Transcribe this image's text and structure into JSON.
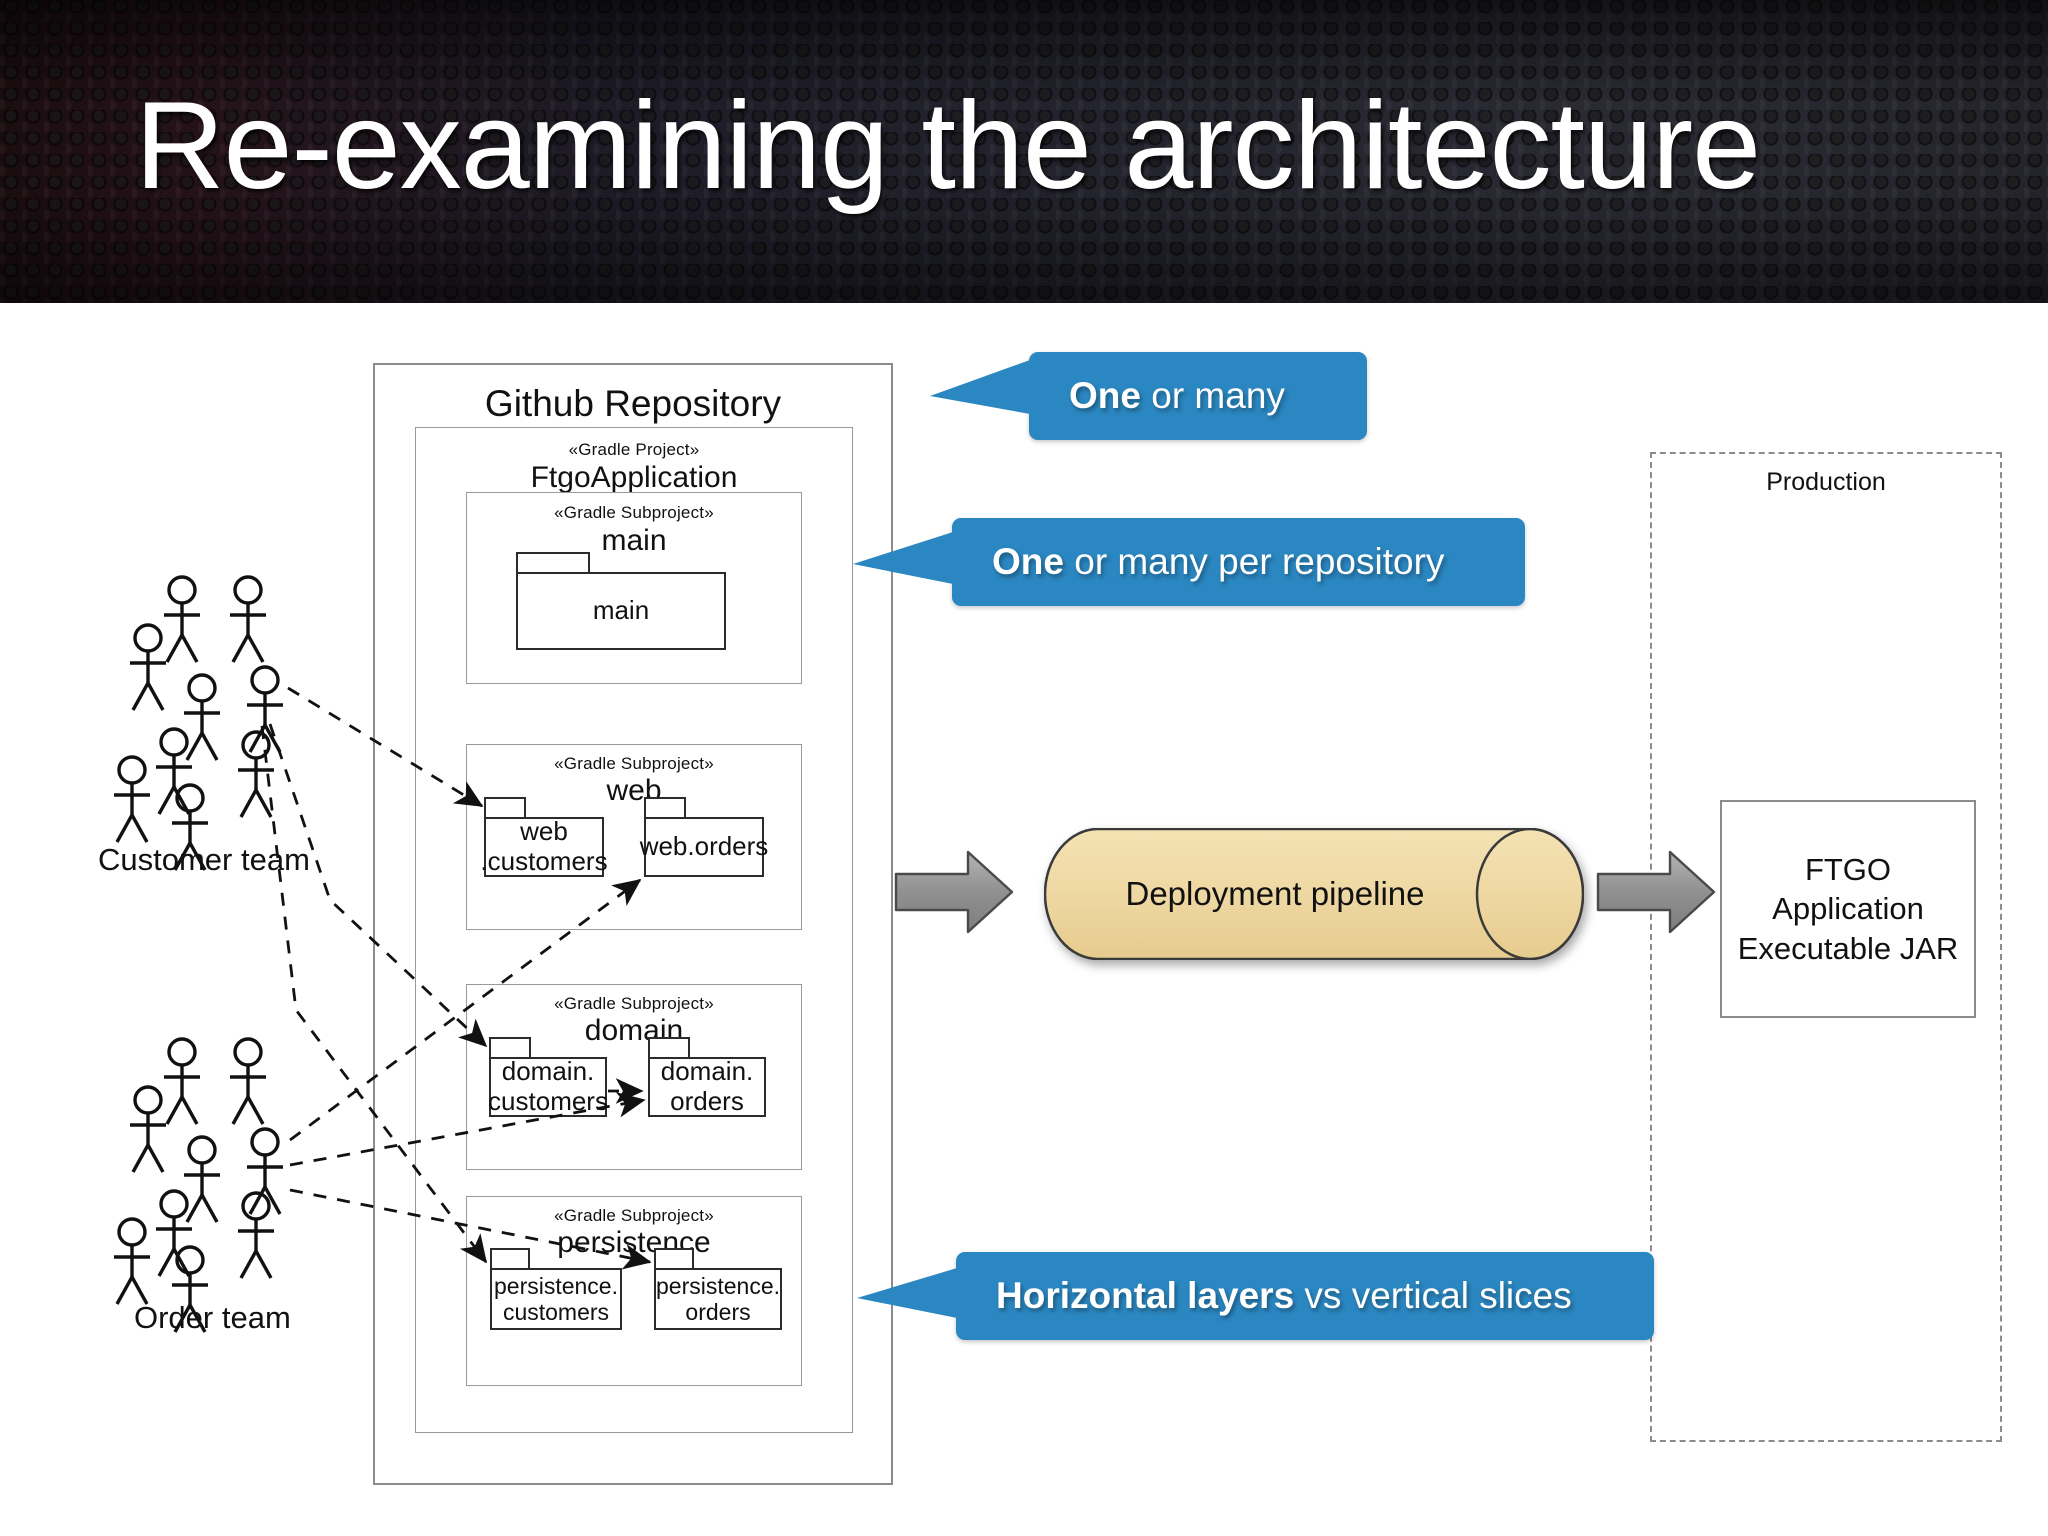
{
  "slide": {
    "title": "Re-examining the architecture",
    "header_bg": "#1d1c27",
    "accent": "#2b87c1"
  },
  "repository": {
    "label": "Github Repository",
    "project": {
      "stereotype": "«Gradle Project»",
      "name": "FtgoApplication"
    },
    "subprojects": [
      {
        "stereotype": "«Gradle Subproject»",
        "name": "main",
        "packages": [
          "main"
        ]
      },
      {
        "stereotype": "«Gradle Subproject»",
        "name": "web",
        "packages": [
          "web\n.customers",
          "web.orders"
        ]
      },
      {
        "stereotype": "«Gradle Subproject»",
        "name": "domain",
        "packages": [
          "domain.\ncustomers",
          "domain.\norders"
        ]
      },
      {
        "stereotype": "«Gradle Subproject»",
        "name": "persistence",
        "packages": [
          "persistence.\ncustomers",
          "persistence.\norders"
        ]
      }
    ]
  },
  "packages": {
    "main": "main",
    "web_customers": "web\n.customers",
    "web_orders": "web.orders",
    "domain_customers": "domain.\ncustomers",
    "domain_orders": "domain.\norders",
    "persistence_customers": "persistence.\ncustomers",
    "persistence_orders": "persistence.\norders"
  },
  "callouts": [
    {
      "bold": "One",
      "rest": " or many"
    },
    {
      "bold": "One",
      "rest": " or many per repository"
    },
    {
      "bold": "Horizontal layers",
      "rest": " vs vertical slices"
    }
  ],
  "teams": [
    {
      "label": "Customer team",
      "count": 8
    },
    {
      "label": "Order team",
      "count": 8
    }
  ],
  "pipeline": {
    "label": "Deployment pipeline",
    "fill": "#efd9a4",
    "stroke": "#3a3a3a"
  },
  "production": {
    "label": "Production",
    "artifact": "FTGO\nApplication\nExecutable JAR"
  }
}
